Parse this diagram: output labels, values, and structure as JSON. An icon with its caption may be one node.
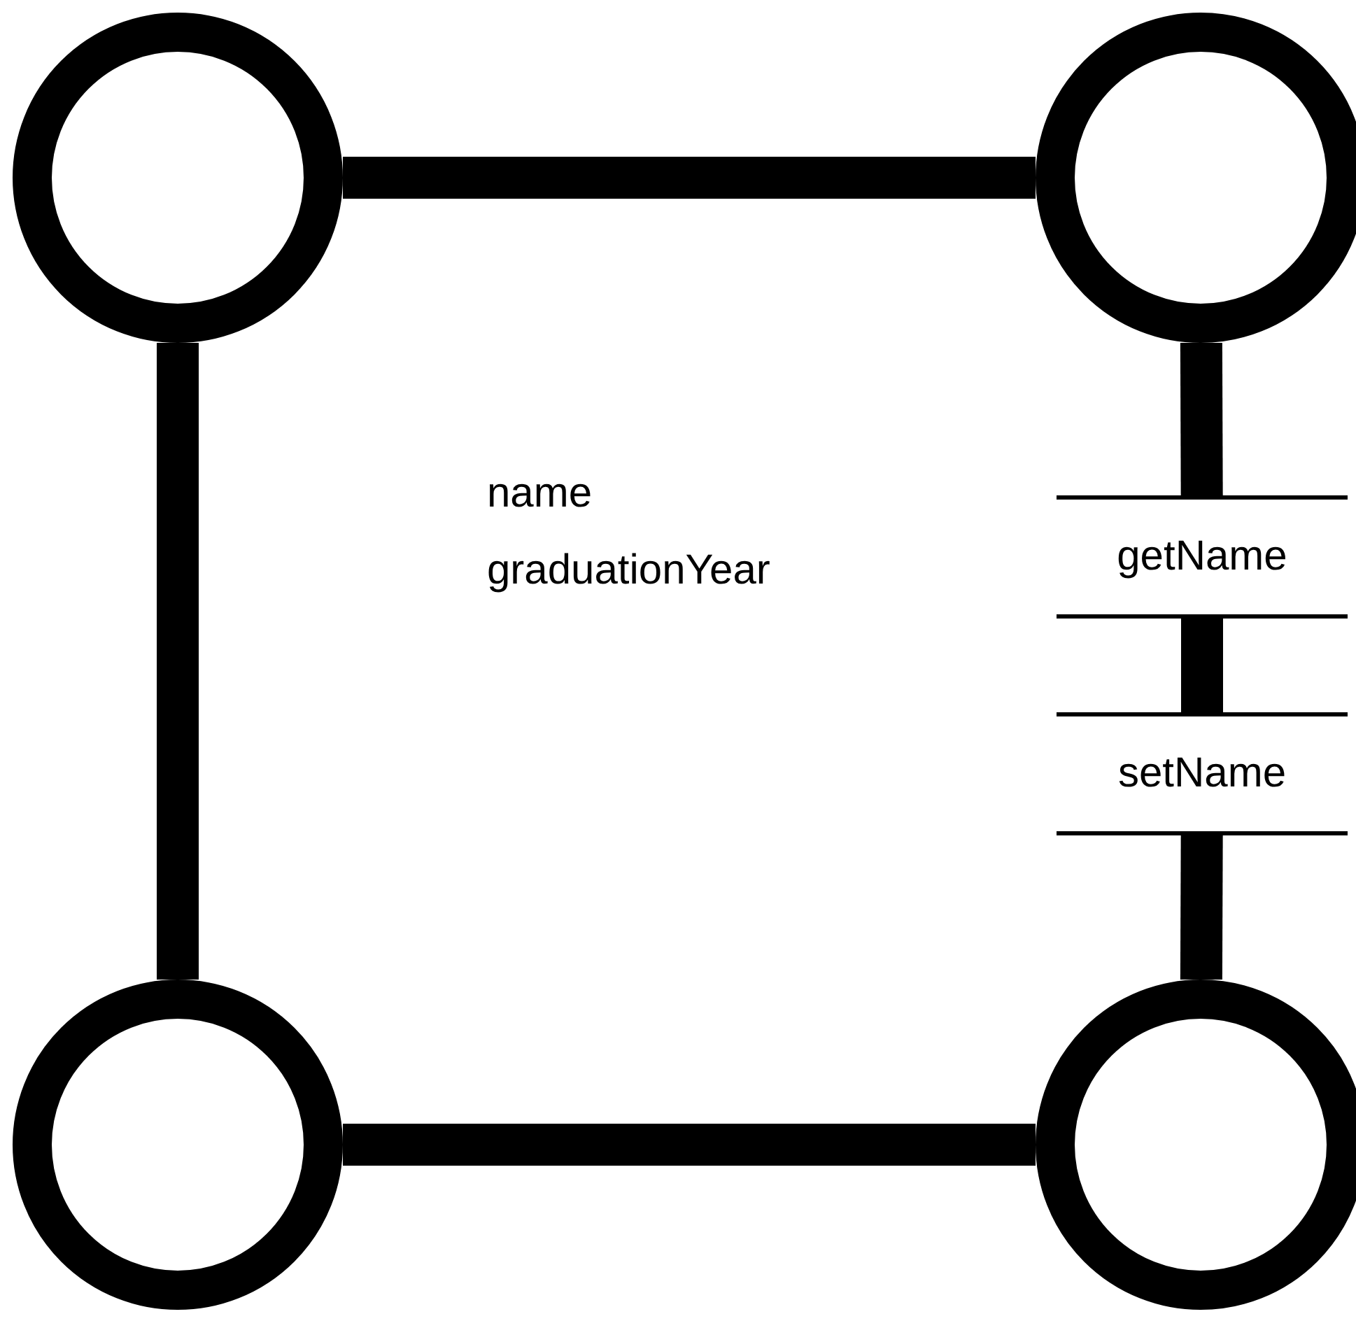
{
  "diagram": {
    "nodes": [
      {
        "text": [],
        "shape": "circle"
      },
      {
        "text": [],
        "shape": "circle"
      },
      {
        "text": [
          "getName"
        ]
      },
      {
        "text": [
          "setName"
        ]
      },
      {
        "text": [],
        "shape": "circle"
      },
      {
        "text": [],
        "shape": "circle"
      }
    ],
    "edges": [
      {
        "from": 0,
        "to": 1,
        "arrow": "none"
      },
      {
        "from": 0,
        "to": 4,
        "arrow": "none"
      },
      {
        "from": 4,
        "to": 5,
        "arrow": "none"
      },
      {
        "from": 1,
        "to": 2,
        "arrow": "none"
      },
      {
        "from": 2,
        "to": 3,
        "arrow": "none"
      },
      {
        "from": 3,
        "to": 5,
        "arrow": "none"
      }
    ],
    "labels": [
      "name",
      "graduationYear"
    ]
  }
}
